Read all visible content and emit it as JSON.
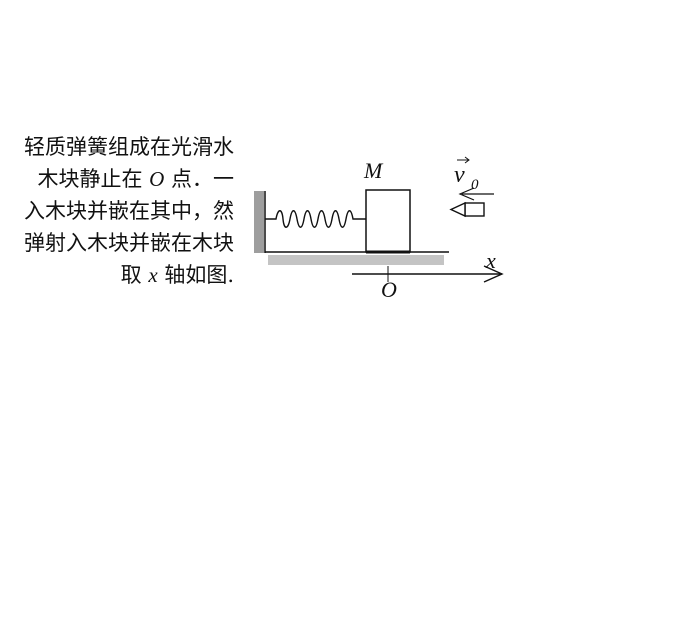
{
  "problem_text": {
    "lines": [
      {
        "before": "轻质弹簧组成在光滑水",
        "var": "",
        "after": ""
      },
      {
        "before": "木块静止在 ",
        "var": "O",
        "after": " 点．一"
      },
      {
        "before": "入木块并嵌在其中，然",
        "var": "",
        "after": ""
      },
      {
        "before": "弹射入木块并嵌在木块",
        "var": "",
        "after": ""
      },
      {
        "before": "取 ",
        "var": "x",
        "after": " 轴如图."
      }
    ]
  },
  "figure": {
    "mass_label": "M",
    "velocity_label": "v",
    "velocity_subscript": "0",
    "axis_label": "x",
    "origin_label": "O",
    "colors": {
      "ink": "#111111",
      "ground": "#c4c4c4",
      "wall": "#9e9e9e"
    }
  }
}
